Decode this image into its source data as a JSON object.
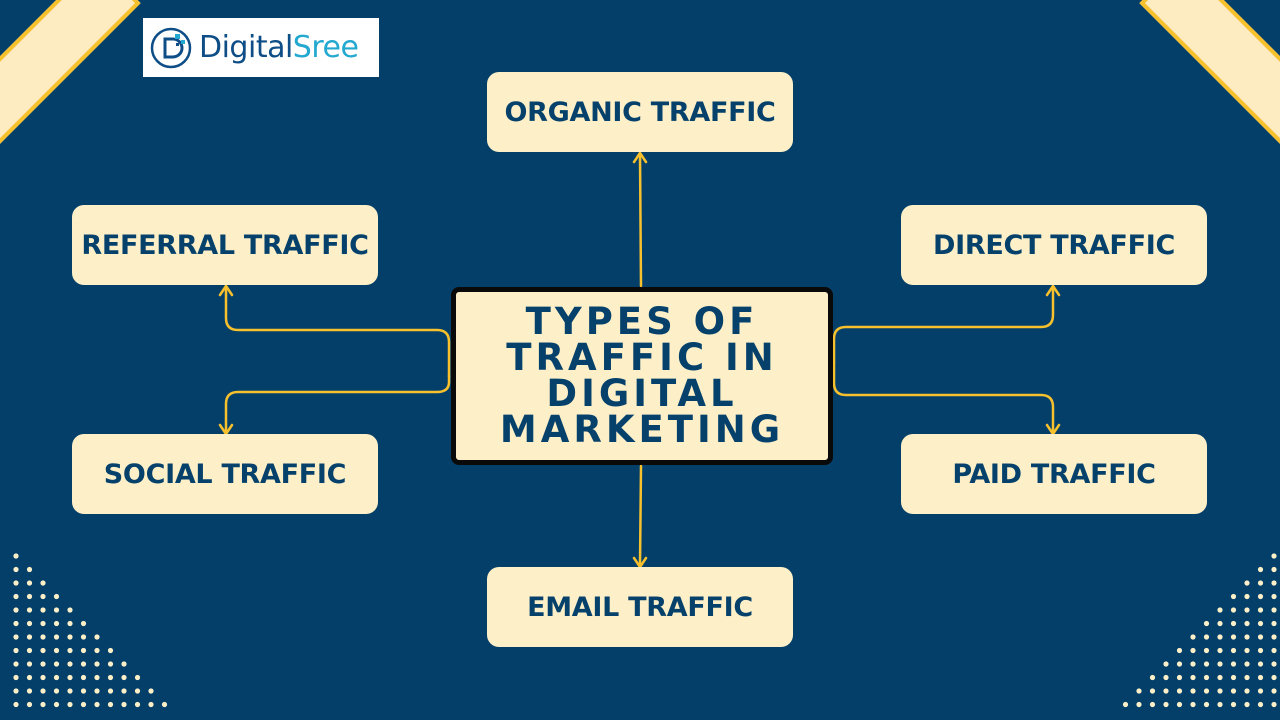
{
  "logo": {
    "brand_part1": "Digital",
    "brand_part2": "Sree",
    "colors": {
      "primary": "#0e4d86",
      "accent": "#23a9cf"
    }
  },
  "center_title": "TYPES OF TRAFFIC IN DIGITAL MARKETING",
  "nodes": {
    "organic": "ORGANIC TRAFFIC",
    "referral": "REFERRAL TRAFFIC",
    "direct": "DIRECT TRAFFIC",
    "social": "SOCIAL TRAFFIC",
    "paid": "PAID TRAFFIC",
    "email": "EMAIL TRAFFIC"
  },
  "colors": {
    "background": "#043f6a",
    "box_fill": "#fdf0c8",
    "text": "#06416b",
    "connector": "#f7c02d",
    "dots": "#fdf0c8"
  }
}
